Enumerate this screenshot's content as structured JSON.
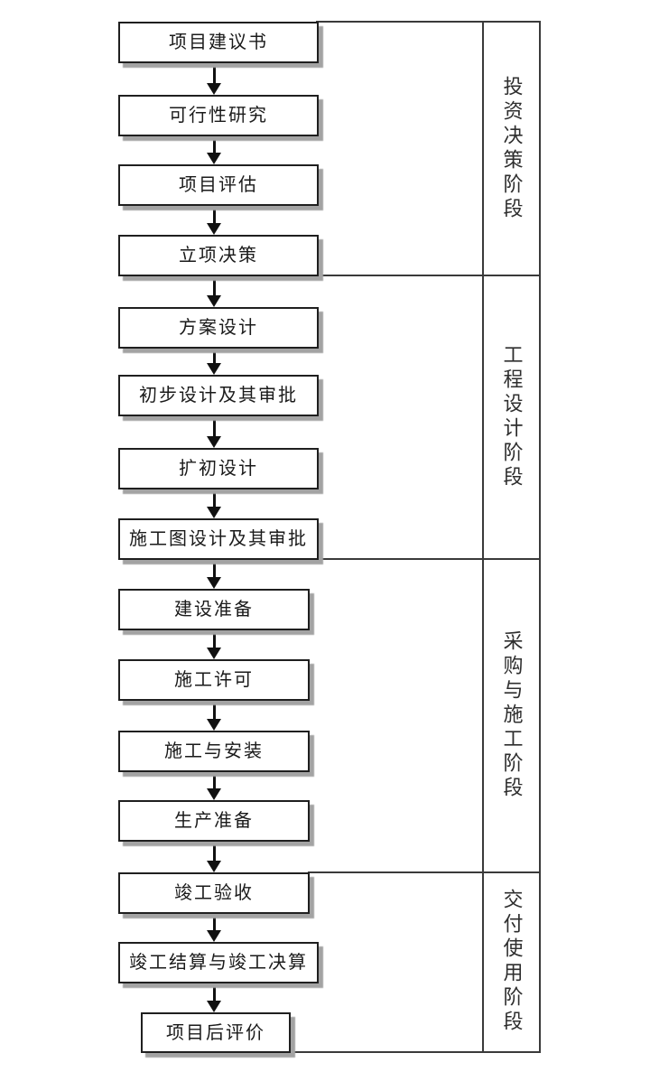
{
  "flow": {
    "steps": [
      {
        "label": "项目建议书"
      },
      {
        "label": "可行性研究"
      },
      {
        "label": "项目评估"
      },
      {
        "label": "立项决策"
      },
      {
        "label": "方案设计"
      },
      {
        "label": "初步设计及其审批"
      },
      {
        "label": "扩初设计"
      },
      {
        "label": "施工图设计及其审批"
      },
      {
        "label": "建设准备"
      },
      {
        "label": "施工许可"
      },
      {
        "label": "施工与安装"
      },
      {
        "label": "生产准备"
      },
      {
        "label": "竣工验收"
      },
      {
        "label": "竣工结算与竣工决算"
      },
      {
        "label": "项目后评价"
      }
    ],
    "phases": [
      {
        "label": "投资决策阶段"
      },
      {
        "label": "工程设计阶段"
      },
      {
        "label": "采购与施工阶段"
      },
      {
        "label": "交付使用阶段"
      }
    ],
    "colors": {
      "background": "#ffffff",
      "box_border": "#1f1f1f",
      "box_shadow": "#a3a3a3",
      "text": "#1a1a1a",
      "line": "#3a3a3a",
      "arrow": "#111111"
    }
  }
}
